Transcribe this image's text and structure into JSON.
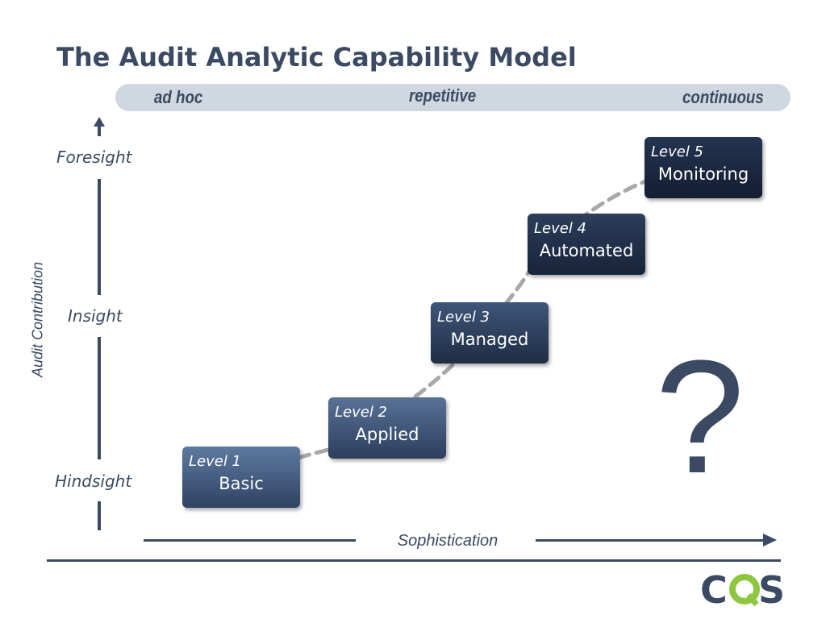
{
  "title": "The Audit Analytic Capability Model",
  "band": {
    "left": "ad hoc",
    "middle": "repetitive",
    "right": "continuous"
  },
  "y_axis": {
    "title": "Audit Contribution",
    "levels": [
      "Foresight",
      "Insight",
      "Hindsight"
    ]
  },
  "x_axis": {
    "title": "Sophistication"
  },
  "levels": [
    {
      "number": "Level 1",
      "name": "Basic"
    },
    {
      "number": "Level 2",
      "name": "Applied"
    },
    {
      "number": "Level 3",
      "name": "Managed"
    },
    {
      "number": "Level 4",
      "name": "Automated"
    },
    {
      "number": "Level 5",
      "name": "Monitoring"
    }
  ],
  "question_mark": "?",
  "logo": {
    "text": "CQS"
  },
  "colors": {
    "primary": "#3b4a63",
    "band": "#cfd8e0",
    "accent": "#8dc63f",
    "dashed_curve": "#a8a8a8"
  }
}
